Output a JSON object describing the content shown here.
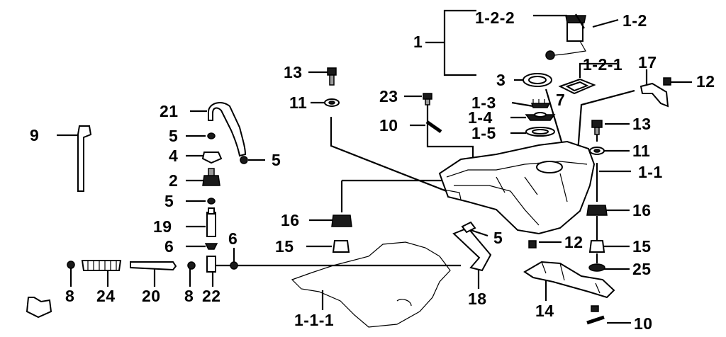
{
  "labels": {
    "l1": "1",
    "l1_2_2": "1-2-2",
    "l1_2": "1-2",
    "l1_2_1": "1-2-1",
    "l17": "17",
    "l12a": "12",
    "l3": "3",
    "l13a": "13",
    "l23": "23",
    "l7": "7",
    "l1_3": "1-3",
    "l1_4": "1-4",
    "l1_5": "1-5",
    "l11a": "11",
    "l21": "21",
    "l10a": "10",
    "l13b": "13",
    "l11b": "11",
    "l1_1": "1-1",
    "l9": "9",
    "l5a": "5",
    "l4": "4",
    "l5b": "5",
    "l2": "2",
    "l5c": "5",
    "l16a": "16",
    "l16b": "16",
    "l19": "19",
    "l15a": "15",
    "l5d": "5",
    "l12b": "12",
    "l15b": "15",
    "l6a": "6",
    "l6b": "6",
    "l25": "25",
    "l8a": "8",
    "l24": "24",
    "l20": "20",
    "l8b": "8",
    "l22": "22",
    "l18": "18",
    "l14": "14",
    "l1_1_1": "1-1-1",
    "l10b": "10"
  }
}
